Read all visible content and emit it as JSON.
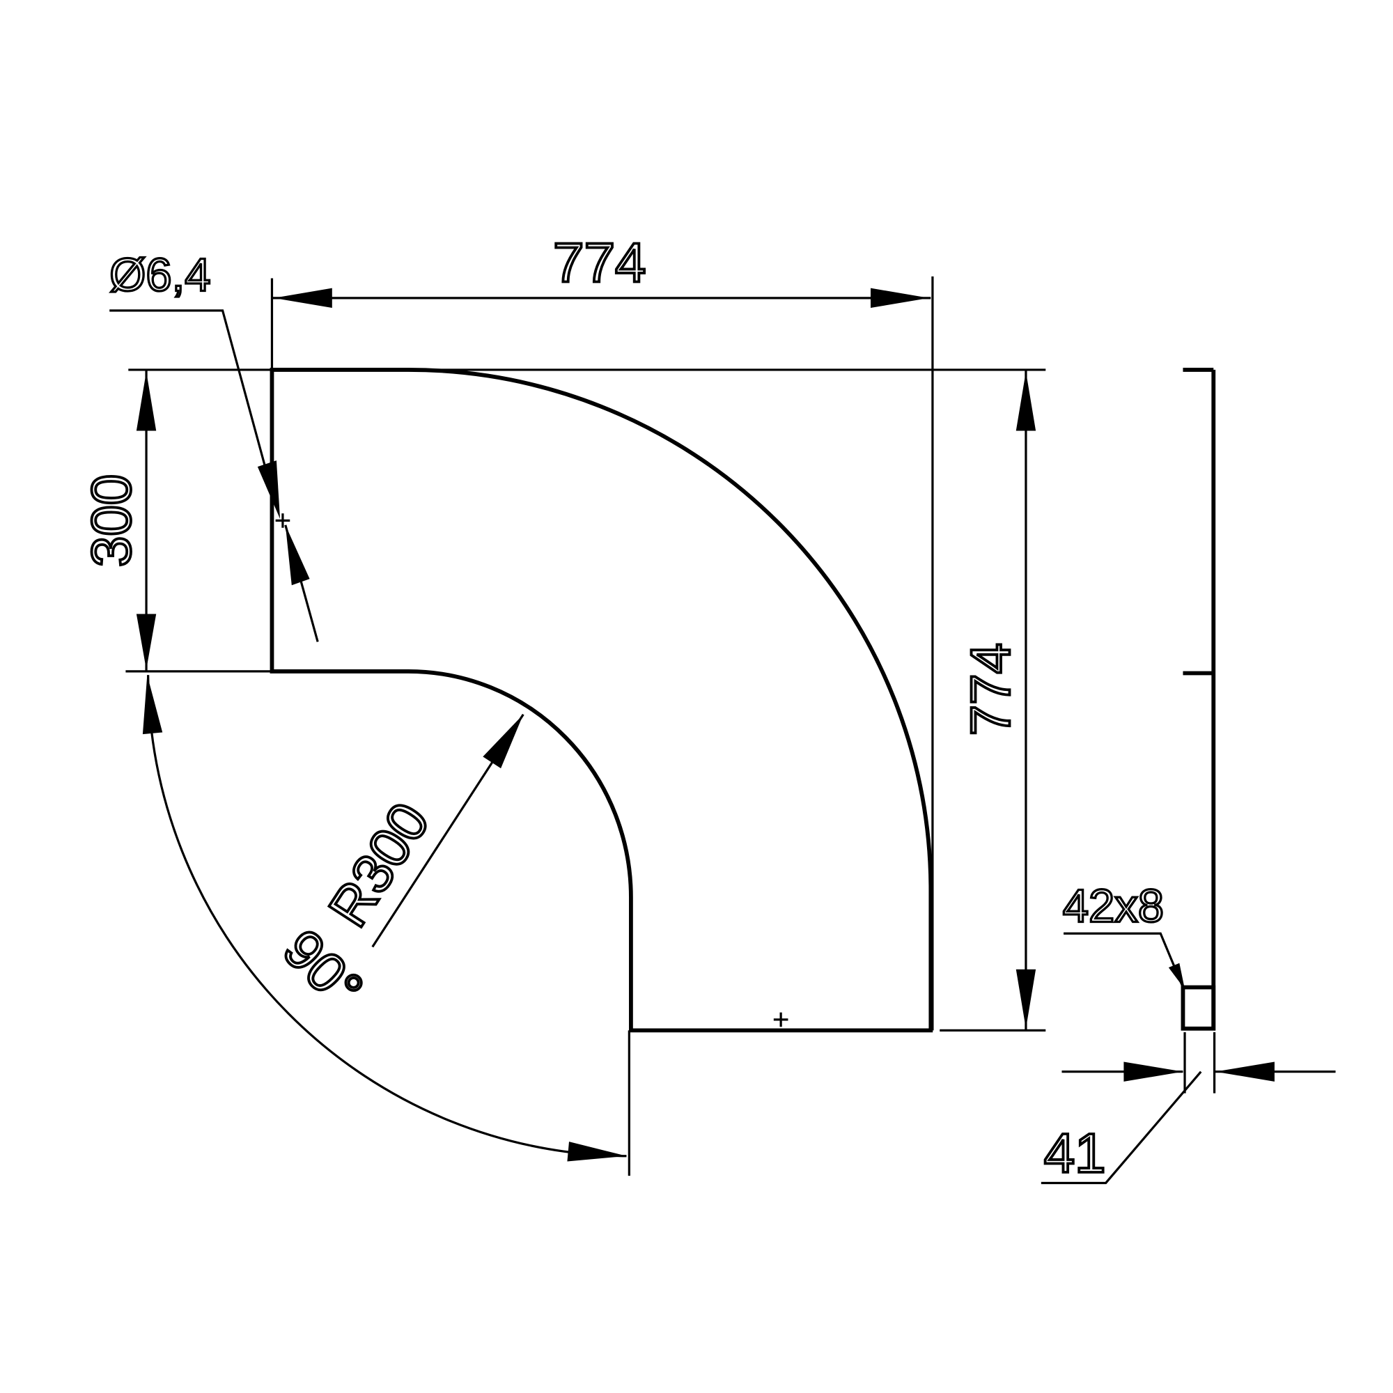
{
  "drawing": {
    "width_label": "774",
    "height_label": "774",
    "depth_label": "300",
    "hole_label": "Ø6,4",
    "radius_label": "R300",
    "angle_label": "90°",
    "profile_label": "42x8",
    "thickness_label": "41"
  },
  "colors": {
    "line": "#000000",
    "background": "#ffffff"
  }
}
